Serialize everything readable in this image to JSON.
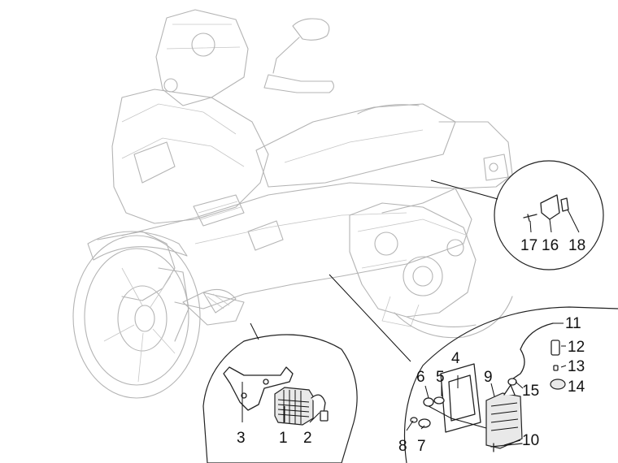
{
  "callouts": [
    {
      "id": "1",
      "label": "1"
    },
    {
      "id": "2",
      "label": "2"
    },
    {
      "id": "3",
      "label": "3"
    },
    {
      "id": "4",
      "label": "4"
    },
    {
      "id": "5",
      "label": "5"
    },
    {
      "id": "6",
      "label": "6"
    },
    {
      "id": "7",
      "label": "7"
    },
    {
      "id": "8",
      "label": "8"
    },
    {
      "id": "9",
      "label": "9"
    },
    {
      "id": "10",
      "label": "10"
    },
    {
      "id": "11",
      "label": "11"
    },
    {
      "id": "12",
      "label": "12"
    },
    {
      "id": "13",
      "label": "13"
    },
    {
      "id": "14",
      "label": "14"
    },
    {
      "id": "15",
      "label": "15"
    },
    {
      "id": "16",
      "label": "16"
    },
    {
      "id": "17",
      "label": "17"
    },
    {
      "id": "18",
      "label": "18"
    }
  ],
  "colors": {
    "background": "#ffffff",
    "ghost_outline": "#b4b4b4",
    "part_outline": "#222222",
    "label": "#111111"
  }
}
